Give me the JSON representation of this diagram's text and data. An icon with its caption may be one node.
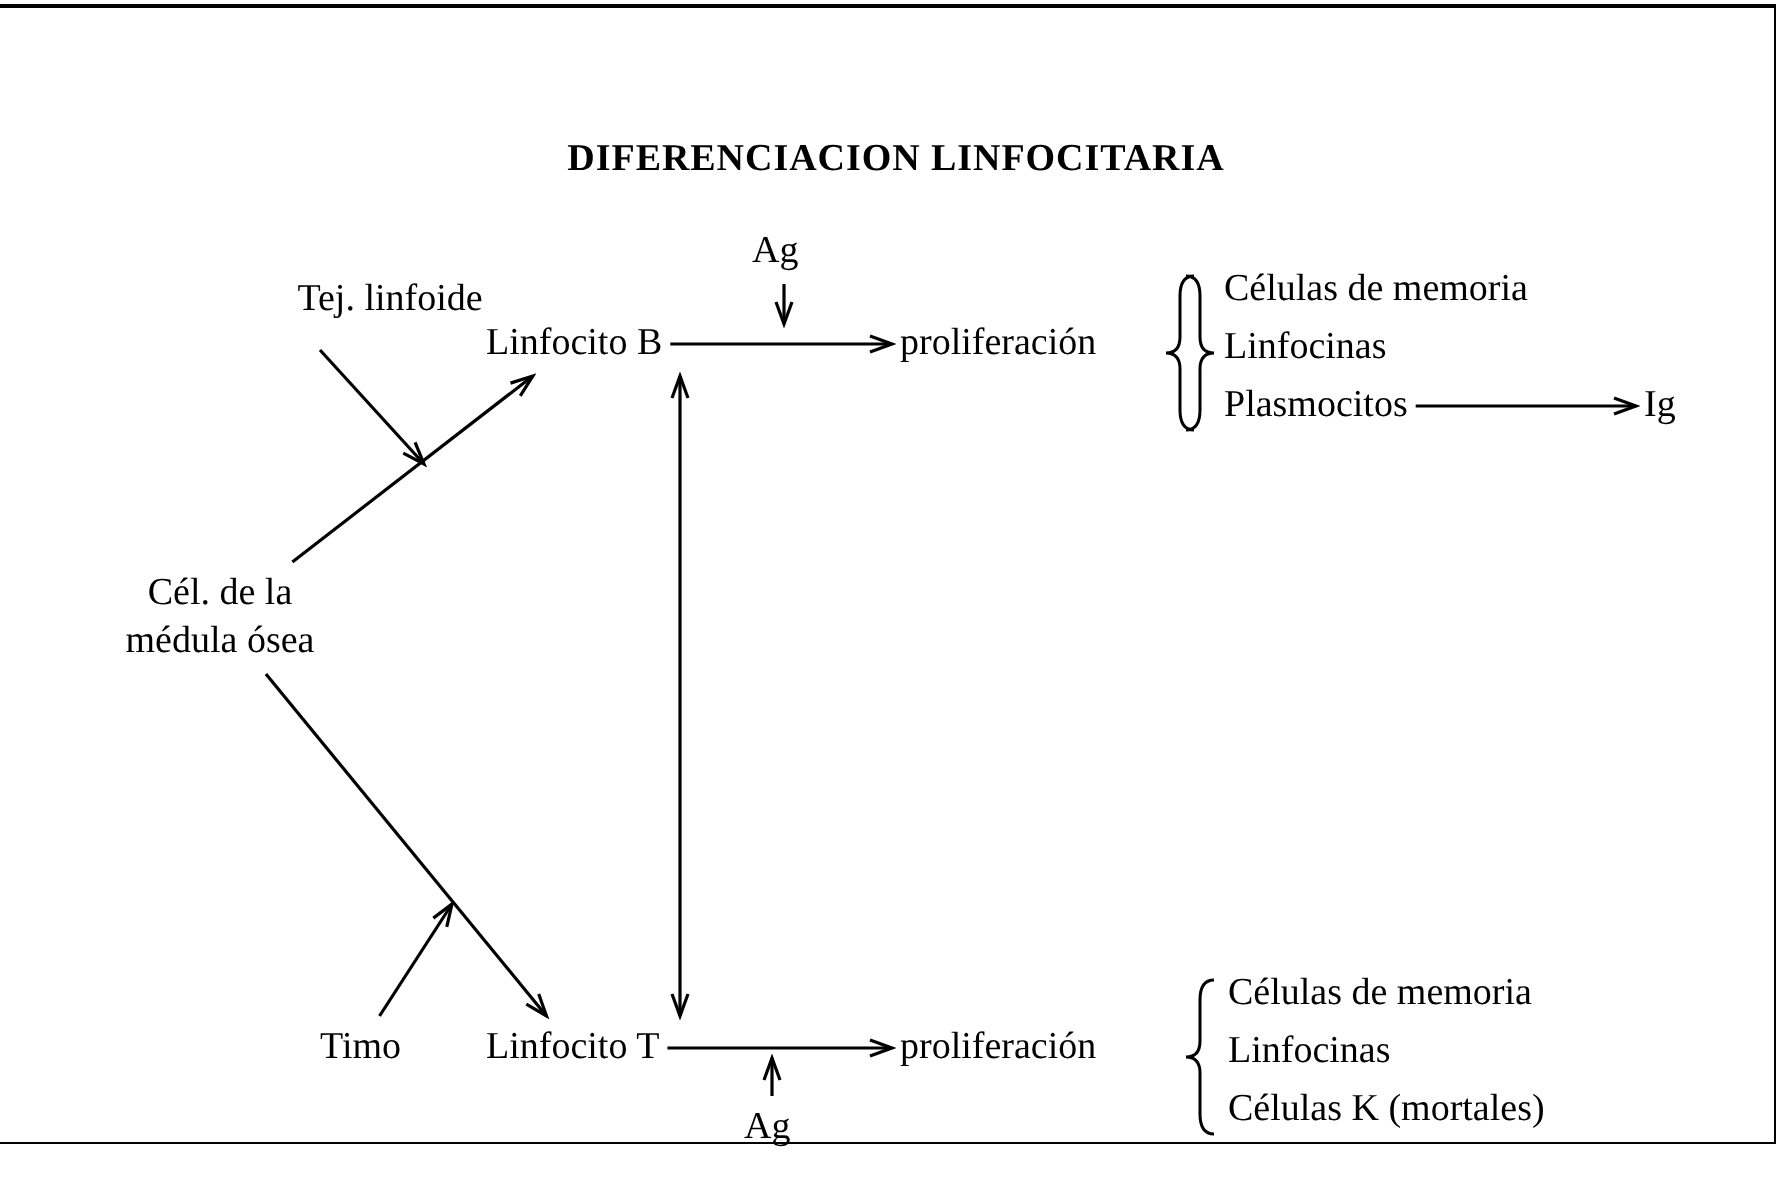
{
  "diagram": {
    "title": "DIFERENCIACION LINFOCITARIA",
    "nodes": [
      {
        "text": [
          "Tej. linfoide"
        ]
      },
      {
        "text": [
          "Linfocito B"
        ]
      },
      {
        "text": [
          "Ag"
        ]
      },
      {
        "text": [
          "proliferación"
        ]
      },
      {
        "text": [
          "Células de memoria"
        ]
      },
      {
        "text": [
          "Linfocinas"
        ]
      },
      {
        "text": [
          "Plasmocitos"
        ]
      },
      {
        "text": [
          "Ig"
        ]
      },
      {
        "text": [
          "Cél. de la médula ósea"
        ]
      },
      {
        "text": [
          "Timo"
        ]
      },
      {
        "text": [
          "Linfocito T"
        ]
      },
      {
        "text": [
          "proliferación"
        ]
      },
      {
        "text": [
          "Ag"
        ]
      },
      {
        "text": [
          "Células de memoria"
        ]
      },
      {
        "text": [
          "Linfocinas"
        ]
      },
      {
        "text": [
          "Células K (mortales)"
        ]
      }
    ],
    "edges": [
      {
        "from": 2,
        "to": null,
        "arrow": "to"
      },
      {
        "from": 1,
        "to": 3,
        "arrow": "to"
      },
      {
        "from": 6,
        "to": 7,
        "arrow": "to"
      },
      {
        "from": 0,
        "to": null,
        "arrow": "to"
      },
      {
        "from": 8,
        "to": 1,
        "arrow": "to"
      },
      {
        "from": 1,
        "to": 10,
        "arrow": "both"
      },
      {
        "from": 8,
        "to": 10,
        "arrow": "to"
      },
      {
        "from": 9,
        "to": null,
        "arrow": "to"
      },
      {
        "from": 10,
        "to": 11,
        "arrow": "to"
      },
      {
        "from": 12,
        "to": null,
        "arrow": "to"
      }
    ]
  }
}
